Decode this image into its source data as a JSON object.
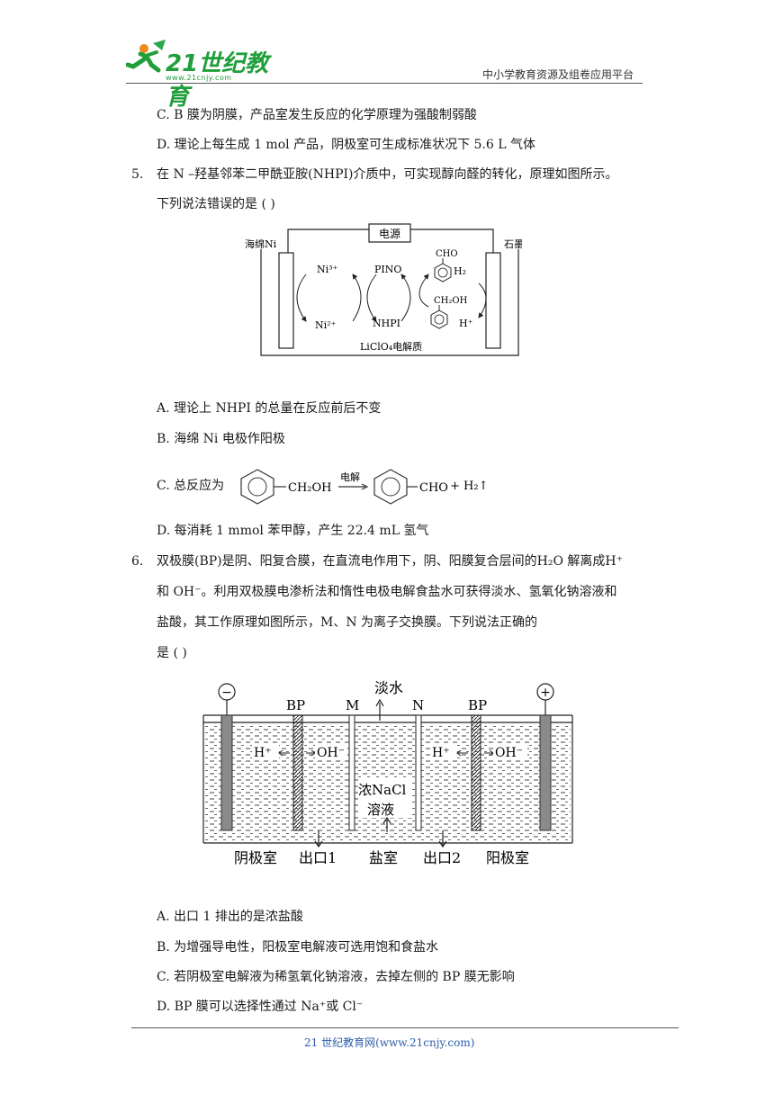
{
  "header": {
    "logo_text": "21世纪教育",
    "logo_url": "www.21cnjy.com",
    "right_text": "中小学教育资源及组卷应用平台"
  },
  "q4": {
    "opt_c": "C. B 膜为阴膜，产品室发生反应的化学原理为强酸制弱酸",
    "opt_d": "D.  理论上每生成 1 mol 产品，阴极室可生成标准状况下 5.6 L 气体"
  },
  "q5": {
    "num": "5.",
    "stem_line1": "在 N –羟基邻苯二甲酰亚胺(NHPI)介质中，可实现醇向醛的转化，原理如图所示。",
    "stem_line2": "下列说法错误的是 (     )",
    "diagram": {
      "power": "电源",
      "left_electrode": "海绵Ni",
      "right_electrode": "石墨",
      "ni3": "Ni³⁺",
      "ni2": "Ni²⁺",
      "pino": "PINO",
      "nhpi": "NHPI",
      "cho": "CHO",
      "ch2oh": "CH₂OH",
      "h2": "H₂",
      "hplus": "H⁺",
      "electrolyte": "LiClO₄电解质"
    },
    "opt_a": "A.  理论上 NHPI 的总量在反应前后不变",
    "opt_b": "B.  海绵 Ni 电极作阳极",
    "opt_c_prefix": "C.  总反应为",
    "opt_c_left": "CH₂OH",
    "opt_c_arrow": "电解",
    "opt_c_right": "CHO",
    "opt_c_tail": "+ H₂↑",
    "opt_d": "D.  每消耗 1 mmol 苯甲醇，产生 22.4 mL 氢气"
  },
  "q6": {
    "num": "6.",
    "stem_line1": "双极膜(BP)是阴、阳复合膜，在直流电作用下，阴、阳膜复合层间的H₂O 解离成H⁺",
    "stem_line2": "和 OH⁻。利用双极膜电渗析法和惰性电极电解食盐水可获得淡水、氢氧化钠溶液和",
    "stem_line3": "盐酸，其工作原理如图所示，M、N 为离子交换膜。下列说法正确的",
    "stem_line4": "是                                        (     )",
    "diagram": {
      "minus": "−",
      "plus": "+",
      "bp_left": "BP",
      "m": "M",
      "fresh_water": "淡水",
      "n": "N",
      "bp_right": "BP",
      "h1": "H⁺",
      "oh1": "OH⁻",
      "h2": "H⁺",
      "oh2": "OH⁻",
      "nacl_1": "浓NaCl",
      "nacl_2": "溶液",
      "cathode_room": "阴极室",
      "outlet1": "出口1",
      "salt_room": "盐室",
      "outlet2": "出口2",
      "anode_room": "阳极室"
    },
    "opt_a": "A.  出口 1 排出的是浓盐酸",
    "opt_b": "B.  为增强导电性，阳极室电解液可选用饱和食盐水",
    "opt_c": "C.  若阴极室电解液为稀氢氧化钠溶液，去掉左侧的 BP 膜无影响",
    "opt_d": "D. BP 膜可以选择性通过 Na⁺或 Cl⁻"
  },
  "footer": {
    "text": "21 世纪教育网(www.21cnjy.com)"
  }
}
